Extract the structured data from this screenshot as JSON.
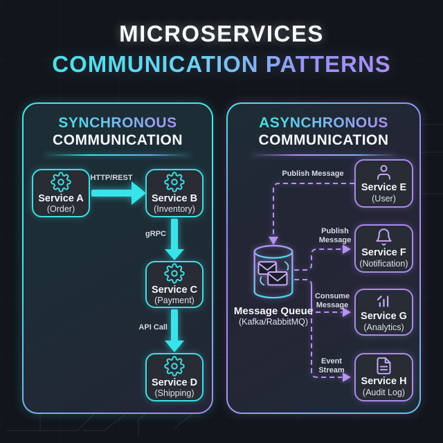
{
  "title": {
    "line1": "MICROSERVICES",
    "line2": "COMMUNICATION PATTERNS"
  },
  "colors": {
    "background": "#12151b",
    "cyan": "#3fe3ea",
    "purple": "#b18cf5",
    "box_bg": "#272c35",
    "text": "#f5f7fa"
  },
  "left_panel": {
    "heading_line1": "SYNCHRONOUS",
    "heading_line2": "COMMUNICATION",
    "services": [
      {
        "name": "Service A",
        "subtitle": "(Order)",
        "icon": "gear-icon"
      },
      {
        "name": "Service B",
        "subtitle": "(Inventory)",
        "icon": "gear-icon"
      },
      {
        "name": "Service C",
        "subtitle": "(Payment)",
        "icon": "gear-icon"
      },
      {
        "name": "Service D",
        "subtitle": "(Shipping)",
        "icon": "gear-icon"
      }
    ],
    "labels": {
      "a_to_b": "HTTP/REST",
      "b_to_c": "gRPC",
      "c_to_d": "API Call"
    }
  },
  "right_panel": {
    "heading_line1": "ASYNCHRONOUS",
    "heading_line2": "COMMUNICATION",
    "queue": {
      "name": "Message Queue",
      "subtitle": "(Kafka/RabbitMQ)",
      "icon": "message-queue-icon"
    },
    "services": [
      {
        "name": "Service E",
        "subtitle": "(User)",
        "icon": "user-icon"
      },
      {
        "name": "Service F",
        "subtitle": "(Notification)",
        "icon": "bell-icon"
      },
      {
        "name": "Service G",
        "subtitle": "(Analytics)",
        "icon": "bar-chart-icon"
      },
      {
        "name": "Service H",
        "subtitle": "(Audit Log)",
        "icon": "document-icon"
      }
    ],
    "labels": {
      "e_to_queue": "Publish Message",
      "f": {
        "line1": "Publish",
        "line2": "Message"
      },
      "g": {
        "line1": "Consume",
        "line2": "Message"
      },
      "h": {
        "line1": "Event",
        "line2": "Stream"
      }
    }
  }
}
